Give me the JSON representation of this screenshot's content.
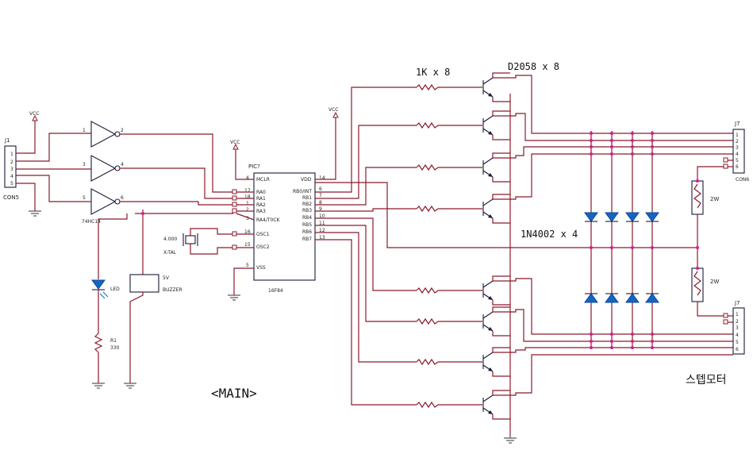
{
  "power": {
    "vcc": "VCC"
  },
  "connectors": {
    "j1": {
      "ref": "J1",
      "type": "CON5",
      "pins": [
        "1",
        "2",
        "3",
        "4",
        "5"
      ]
    },
    "j7_top": {
      "ref": "J7",
      "type": "CON6",
      "pins": [
        "1",
        "2",
        "3",
        "4",
        "5",
        "6"
      ]
    },
    "j7_bottom": {
      "ref": "J7",
      "type": "CON6",
      "pins": [
        "1",
        "2",
        "3",
        "4",
        "5",
        "6"
      ]
    }
  },
  "inverter": {
    "part": "74HC14",
    "gate1": {
      "in": "1",
      "out": "2"
    },
    "gate2": {
      "in": "3",
      "out": "4"
    },
    "gate3": {
      "in": "5",
      "out": "6"
    }
  },
  "mcu": {
    "ref": "PIC?",
    "part": "16F84",
    "left_pins": [
      {
        "num": "4",
        "name": "MCLR"
      },
      {
        "num": "17",
        "name": "RA0"
      },
      {
        "num": "18",
        "name": "RA1"
      },
      {
        "num": "1",
        "name": "RA2"
      },
      {
        "num": "2",
        "name": "RA3"
      },
      {
        "num": "3",
        "name": "RA4/T0CK"
      },
      {
        "num": "16",
        "name": "OSC1"
      },
      {
        "num": "15",
        "name": "OSC2"
      },
      {
        "num": "5",
        "name": "VSS"
      }
    ],
    "right_pins": [
      {
        "num": "14",
        "name": "VDD"
      },
      {
        "num": "6",
        "name": "RB0/INT"
      },
      {
        "num": "7",
        "name": "RB1"
      },
      {
        "num": "8",
        "name": "RB2"
      },
      {
        "num": "9",
        "name": "RB3"
      },
      {
        "num": "10",
        "name": "RB4"
      },
      {
        "num": "11",
        "name": "RB5"
      },
      {
        "num": "12",
        "name": "RB6"
      },
      {
        "num": "13",
        "name": "RB7"
      }
    ]
  },
  "crystal": {
    "freq": "4.000",
    "label": "X-TAL"
  },
  "led": {
    "label": "LED"
  },
  "resistor": {
    "ref": "R1",
    "value": "330"
  },
  "buzzer": {
    "voltage": "5V",
    "label": "BUZZER"
  },
  "resistor_array": {
    "label": "1K x 8"
  },
  "transistors": {
    "label": "D2058 x 8"
  },
  "diodes": {
    "label": "1N4002 x 4"
  },
  "power_resistors": {
    "top": "2W",
    "bottom": "2W"
  },
  "caption": {
    "main": "<MAIN>",
    "motor": "스텝모터"
  }
}
